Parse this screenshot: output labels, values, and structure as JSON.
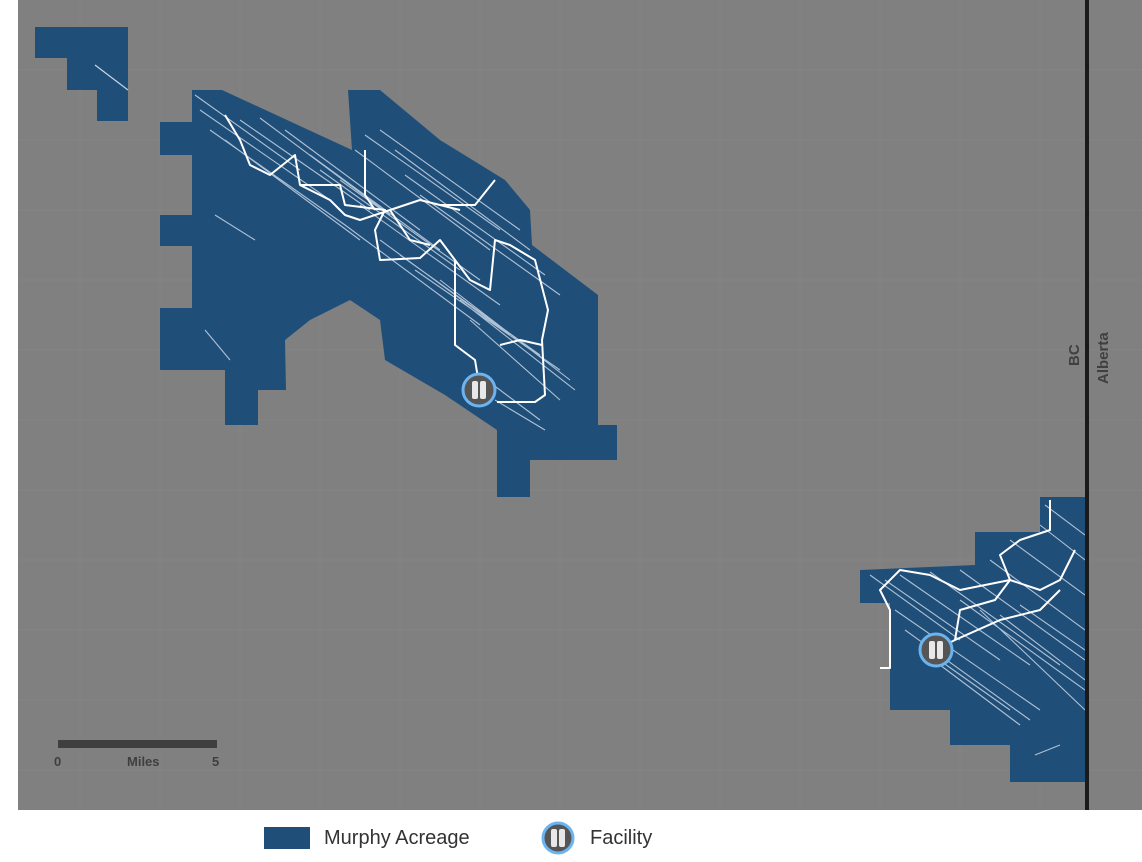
{
  "map": {
    "background_color": "#808080",
    "acreage_color": "#1f4e79",
    "pipeline_color": "#ffffff",
    "facility_ring_color": "#6cb4f0"
  },
  "scale_bar": {
    "start_label": "0",
    "unit_label": "Miles",
    "end_label": "5"
  },
  "border": {
    "west_label": "BC",
    "east_label": "Alberta"
  },
  "legend": {
    "acreage_label": "Murphy Acreage",
    "facility_label": "Facility",
    "facility_icon": "facility-tanks-icon"
  }
}
